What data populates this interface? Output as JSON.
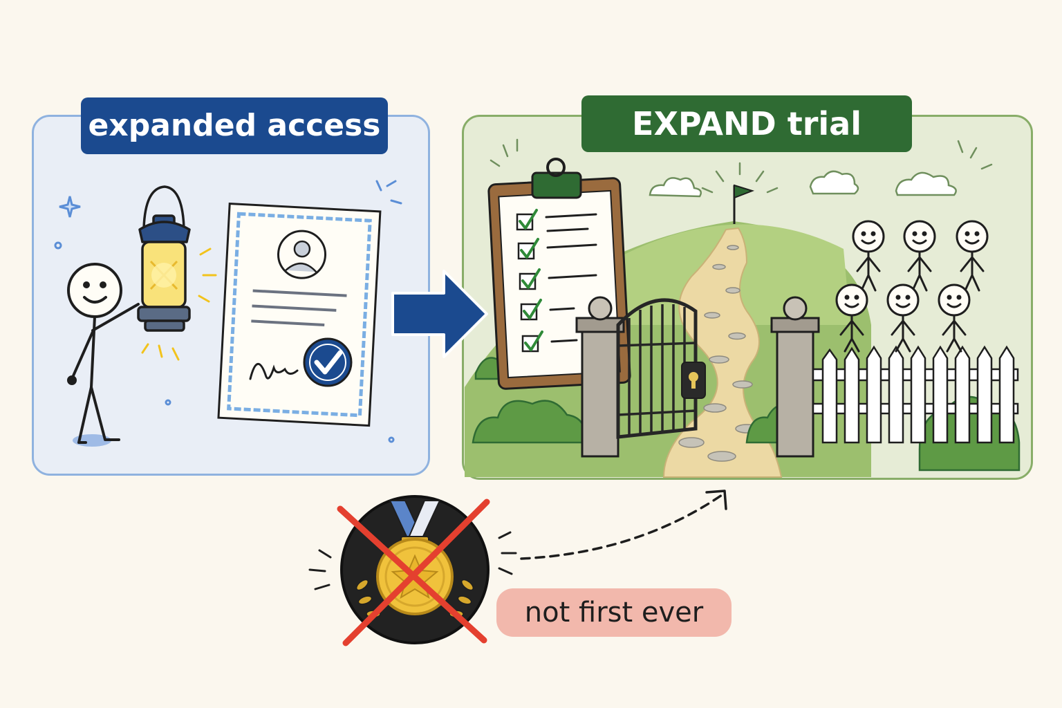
{
  "left_panel": {
    "title": "expanded access",
    "accent": "#1b4a8f"
  },
  "right_panel": {
    "title": "EXPAND trial",
    "accent": "#2f6b33"
  },
  "bottom_label": {
    "text": "not first ever",
    "background": "#f2b8ac"
  },
  "icons": {
    "left": [
      "stick-figure-icon",
      "lantern-icon",
      "certificate-icon",
      "signature-icon",
      "checkmark-badge-icon",
      "sparkle-icon"
    ],
    "connector": [
      "arrow-right-icon",
      "dashed-curved-arrow-icon"
    ],
    "right": [
      "clipboard-checklist-icon",
      "gate-icon",
      "keyhole-lock-icon",
      "path-icon",
      "hill-flag-icon",
      "cloud-icon",
      "smiley-people-icon",
      "picket-fence-icon",
      "bush-icon"
    ],
    "bottom": [
      "medal-crossed-out-icon"
    ]
  }
}
